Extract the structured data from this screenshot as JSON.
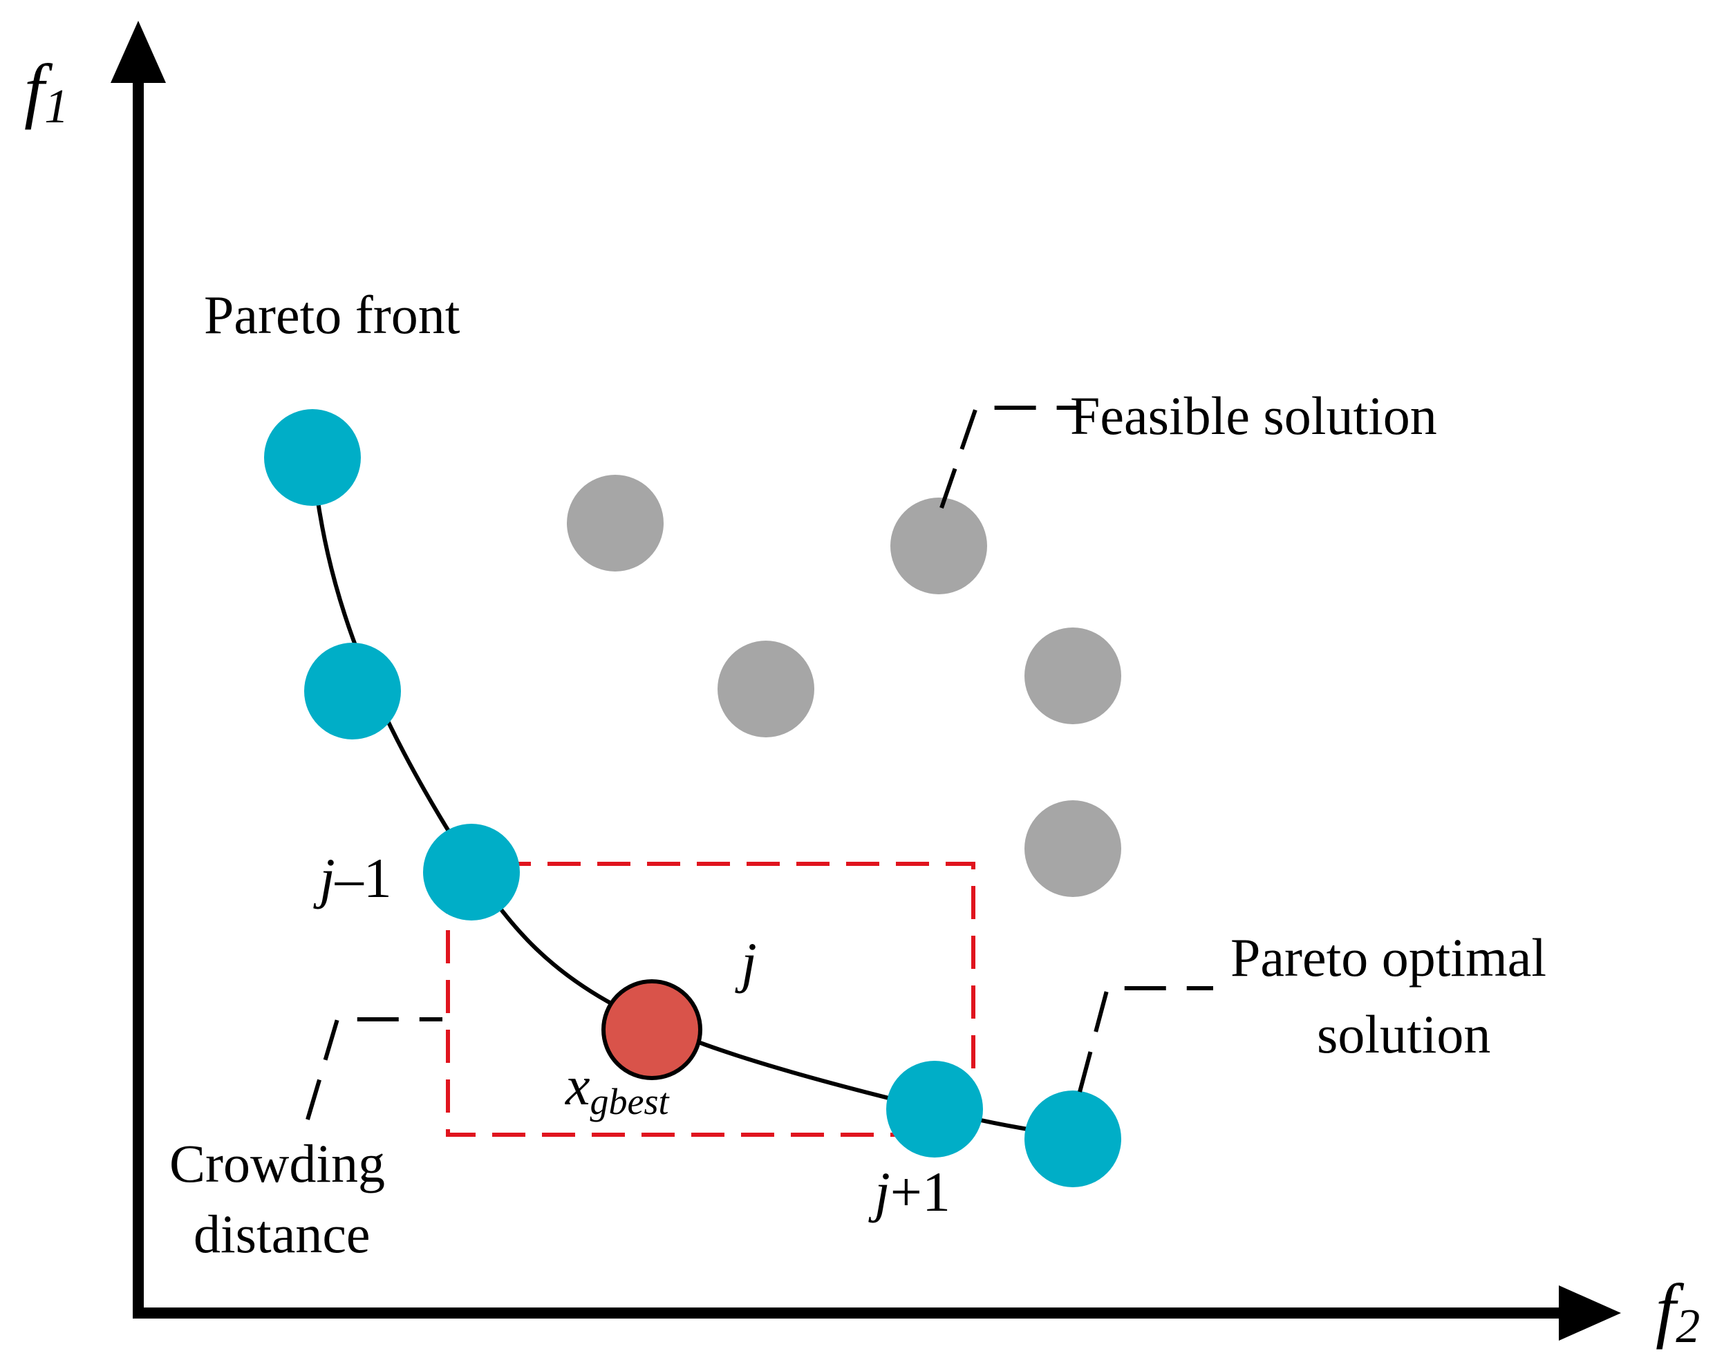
{
  "axes": {
    "y_label_main": "f",
    "y_label_sub": "1",
    "x_label_main": "f",
    "x_label_sub": "2"
  },
  "labels": {
    "pareto_front": "Pareto front",
    "feasible_solution": "Feasible solution",
    "pareto_optimal_line1": "Pareto optimal",
    "pareto_optimal_line2": "solution",
    "crowding_line1": "Crowding",
    "crowding_line2": "distance",
    "j_minus_1_italic": "j",
    "j_minus_1_rest": "–1",
    "j": "j",
    "j_plus_1_italic": "j",
    "j_plus_1_rest": "+1",
    "xgbest_main": "x",
    "xgbest_sub": "gbest"
  },
  "colors": {
    "pareto_point": "#00AEC7",
    "feasible_point": "#A6A6A6",
    "gbest_point": "#D9534A",
    "crowding_box": "#E0141E",
    "axis": "#000000"
  }
}
